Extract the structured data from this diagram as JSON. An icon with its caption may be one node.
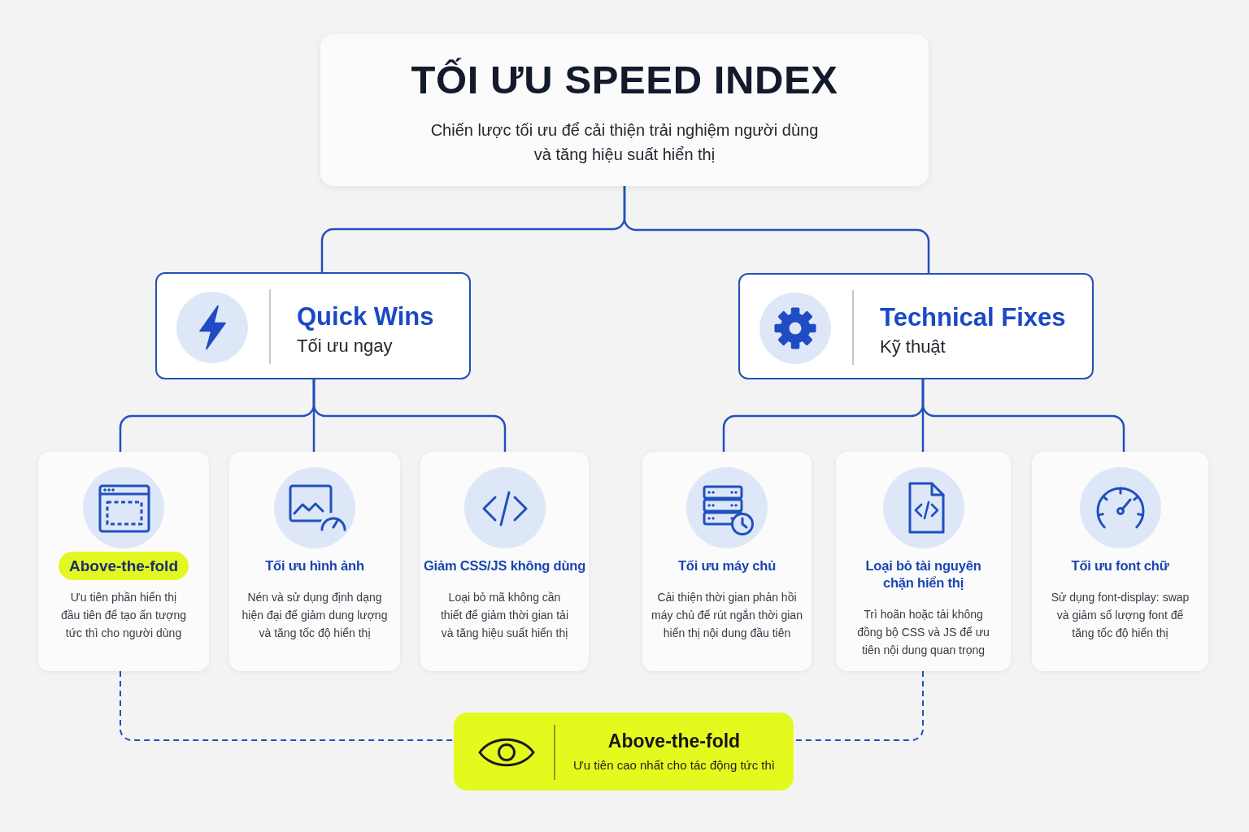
{
  "diagram": {
    "nodes": [
      {
        "text": [
          "TỐI ƯU SPEED INDEX",
          "Chiến lược tối ưu để cải thiện trải nghiệm người dùng và tăng hiệu suất hiển thị"
        ]
      },
      {
        "text": [
          "Quick Wins",
          "Tối ưu ngay"
        ]
      },
      {
        "text": [
          "Technical Fixes",
          "Kỹ thuật"
        ]
      },
      {
        "text": [
          "Above-the-fold",
          "Ưu tiên phần hiển thị đầu tiên để tạo ấn tượng tức thì cho người dùng"
        ]
      },
      {
        "text": [
          "Tối ưu hình ảnh",
          "Nén và sử dụng định dạng hiện đại để giảm dung lượng và tăng tốc độ hiển thị"
        ]
      },
      {
        "text": [
          "Giảm CSS/JS không dùng",
          "Loại bỏ mã không cần thiết để giảm thời gian tải và tăng hiệu suất hiển thị"
        ]
      },
      {
        "text": [
          "Tối ưu máy chủ",
          "Cải thiện thời gian phản hồi máy chủ để rút ngắn thời gian hiển thị nội dung đầu tiên"
        ]
      },
      {
        "text": [
          "Loại bỏ tài nguyên chặn hiển thị",
          "Trì hoãn hoặc tải không đồng bộ CSS và JS để ưu tiên nội dung quan trọng"
        ]
      },
      {
        "text": [
          "Tối ưu font chữ",
          "Sử dụng font-display: swap và giảm số lượng font để tăng tốc độ hiển thị"
        ]
      },
      {
        "text": [
          "Above-the-fold",
          "Ưu tiên cao nhất cho tác động tức thì"
        ]
      }
    ],
    "edges": [
      {
        "from": 0,
        "to": 1,
        "arrow": "none"
      },
      {
        "from": 0,
        "to": 2,
        "arrow": "none"
      },
      {
        "from": 1,
        "to": 3,
        "arrow": "none"
      },
      {
        "from": 1,
        "to": 4,
        "arrow": "none"
      },
      {
        "from": 1,
        "to": 5,
        "arrow": "none"
      },
      {
        "from": 2,
        "to": 6,
        "arrow": "none"
      },
      {
        "from": 2,
        "to": 7,
        "arrow": "none"
      },
      {
        "from": 2,
        "to": 8,
        "arrow": "none"
      },
      {
        "from": 3,
        "to": 9,
        "arrow": "none",
        "style": "dashed"
      },
      {
        "from": 7,
        "to": 9,
        "arrow": "none",
        "style": "dashed"
      }
    ]
  }
}
